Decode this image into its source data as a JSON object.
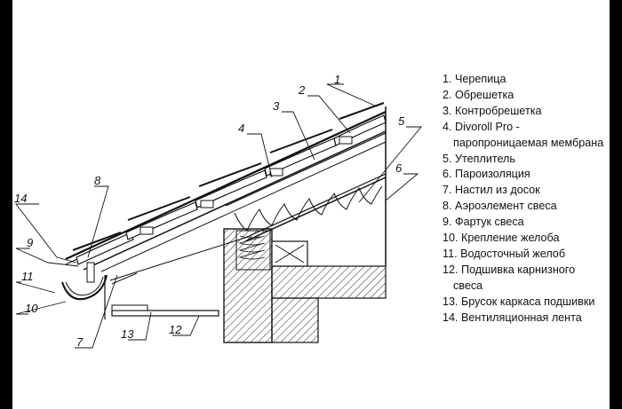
{
  "diagram": {
    "callouts": [
      "1",
      "2",
      "3",
      "4",
      "5",
      "6",
      "7",
      "8",
      "9",
      "10",
      "11",
      "12",
      "13",
      "14"
    ],
    "legend": [
      {
        "num": "1.",
        "text": "Черепица"
      },
      {
        "num": "2.",
        "text": "Обрешетка"
      },
      {
        "num": "3.",
        "text": "Контробрешетка"
      },
      {
        "num": "4.",
        "text": "Divoroll Pro -",
        "cont": "паропроницаемая мембрана"
      },
      {
        "num": "5.",
        "text": "Утеплитель"
      },
      {
        "num": "6.",
        "text": "Пароизоляция"
      },
      {
        "num": "7.",
        "text": "Настил из досок"
      },
      {
        "num": "8.",
        "text": "Аэроэлемент свеса"
      },
      {
        "num": "9.",
        "text": "Фартук свеса"
      },
      {
        "num": "10.",
        "text": "Крепление желоба"
      },
      {
        "num": "11.",
        "text": "Водосточный желоб"
      },
      {
        "num": "12.",
        "text": "Подшивка карнизного",
        "cont": "свеса"
      },
      {
        "num": "13.",
        "text": "Брусок каркаса подшивки"
      },
      {
        "num": "14.",
        "text": "Вентиляционная лента"
      }
    ]
  }
}
